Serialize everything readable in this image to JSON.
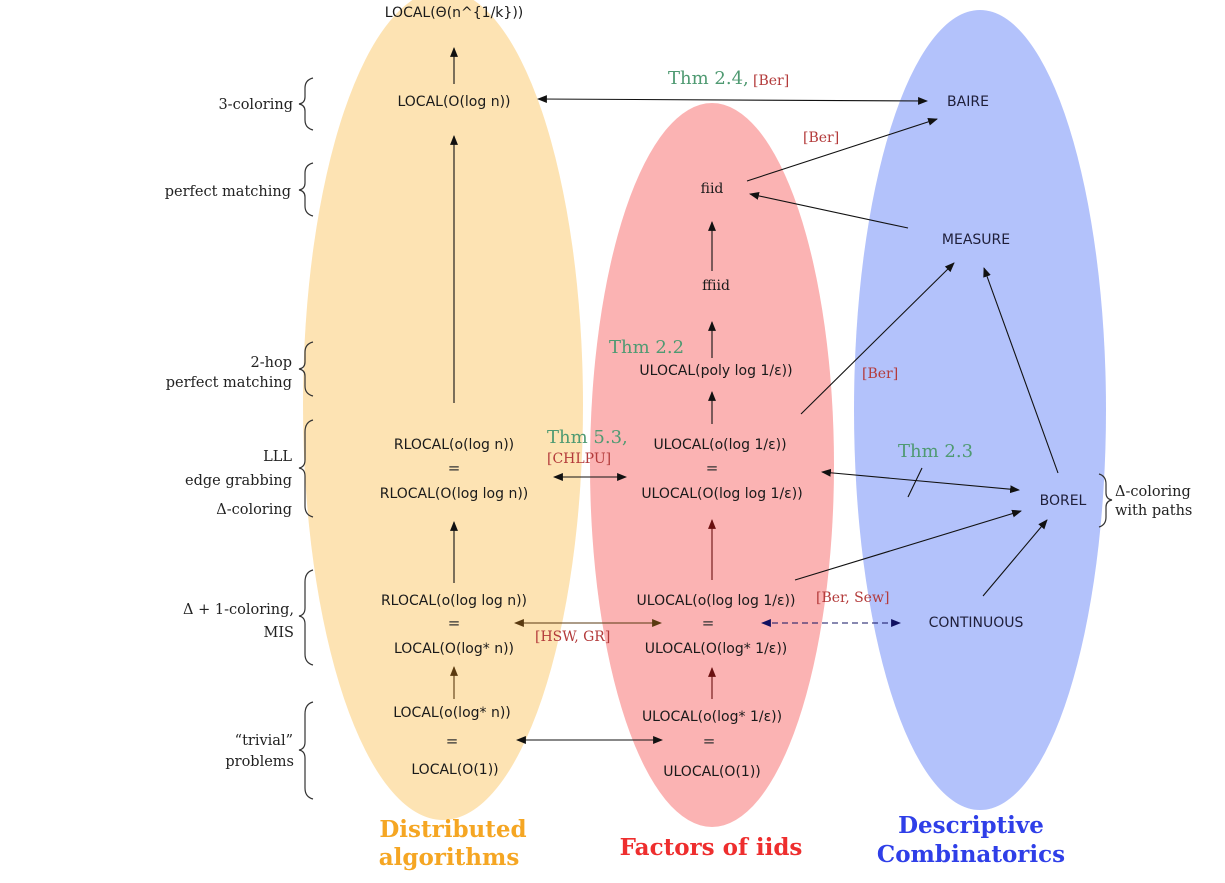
{
  "regions": {
    "distributed": {
      "title_line1": "Distributed",
      "title_line2": "algorithms",
      "color": "#fde3b3"
    },
    "factors": {
      "title": "Factors of iids",
      "color": "#fbb3b3"
    },
    "descriptive": {
      "title_line1": "Descriptive",
      "title_line2": "Combinatorics",
      "color": "#b3c2fb"
    }
  },
  "nodes": {
    "local_theta": "LOCAL(Θ(n^{1/k}))",
    "local_log": "LOCAL(O(log n))",
    "rlocal_o_log": "RLOCAL(o(log n))",
    "rlocal_loglog": "RLOCAL(O(log log n))",
    "rlocal_o_loglog": "RLOCAL(o(log log n))",
    "local_logstar": "LOCAL(O(log* n))",
    "local_o_logstar": "LOCAL(o(log* n))",
    "local_1": "LOCAL(O(1))",
    "fiid": "fiid",
    "ffiid": "ffiid",
    "ulocal_poly": "ULOCAL(poly log 1/ε))",
    "ulocal_o_log": "ULOCAL(o(log 1/ε))",
    "ulocal_loglog": "ULOCAL(O(log log 1/ε))",
    "ulocal_o_loglog": "ULOCAL(o(log log 1/ε))",
    "ulocal_logstar": "ULOCAL(O(log* 1/ε))",
    "ulocal_o_logstar": "ULOCAL(o(log* 1/ε))",
    "ulocal_1": "ULOCAL(O(1))",
    "baire": "BAIRE",
    "measure": "MEASURE",
    "borel": "BOREL",
    "continuous": "CONTINUOUS",
    "equals": "="
  },
  "left_labels": {
    "three_coloring": "3-coloring",
    "perfect_matching": "perfect matching",
    "two_hop_1": "2-hop",
    "two_hop_2": "perfect matching",
    "lll": "LLL",
    "edge_grabbing": "edge grabbing",
    "delta_coloring": "Δ-coloring",
    "delta1_coloring": "Δ + 1-coloring,",
    "mis": "MIS",
    "trivial_1": "“trivial”",
    "trivial_2": "problems"
  },
  "right_labels": {
    "delta_coloring": "Δ-coloring",
    "with_paths": "with paths"
  },
  "theorems": {
    "thm24": "Thm 2.4,",
    "thm22": "Thm 2.2",
    "thm53": "Thm 5.3,",
    "thm23": "Thm 2.3"
  },
  "refs": {
    "ber_thm24": "[Ber]",
    "ber_fiid": "[Ber]",
    "ber_ulocal": "[Ber]",
    "chlpu": "[CHLPU]",
    "hsw_gr": "[HSW, GR]",
    "ber_sew": "[Ber, Sew]"
  }
}
